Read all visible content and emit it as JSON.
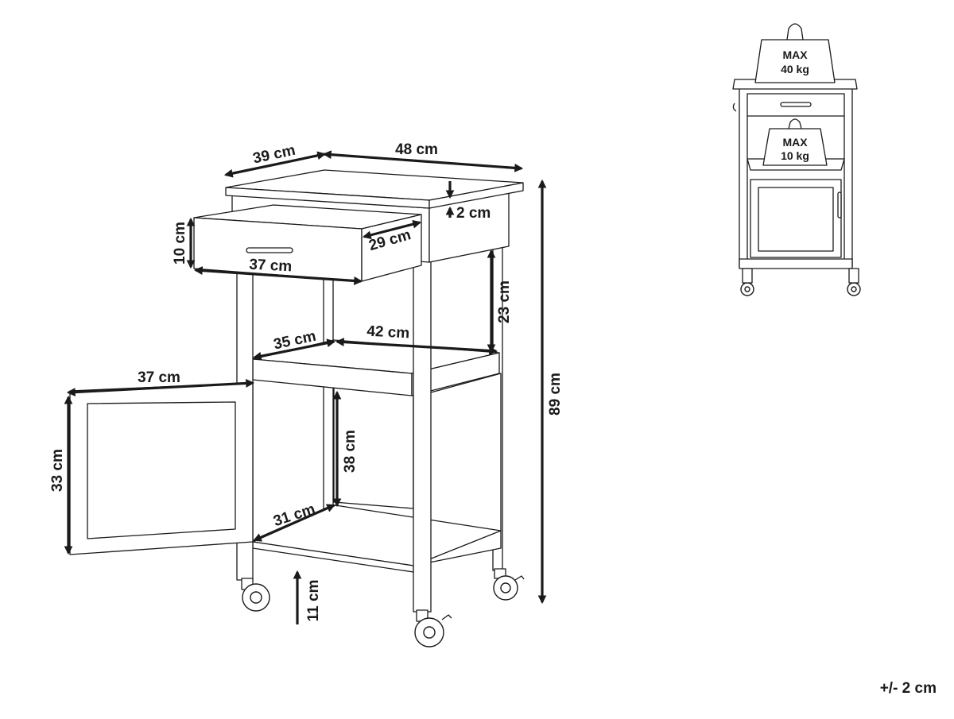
{
  "dimensions": {
    "top_depth": "39 cm",
    "top_width": "48 cm",
    "top_thickness": "2 cm",
    "drawer_height": "10 cm",
    "drawer_depth": "29 cm",
    "drawer_width": "37 cm",
    "gap_height": "23 cm",
    "shelf_depth": "35 cm",
    "shelf_width": "42 cm",
    "door_width": "37 cm",
    "door_height": "33 cm",
    "cabinet_height": "38 cm",
    "bottom_depth": "31 cm",
    "total_height": "89 cm",
    "wheel_height": "11 cm"
  },
  "load_limits": {
    "top": {
      "line1": "MAX",
      "line2": "40 kg"
    },
    "shelf": {
      "line1": "MAX",
      "line2": "10 kg"
    }
  },
  "tolerance": "+/- 2 cm"
}
